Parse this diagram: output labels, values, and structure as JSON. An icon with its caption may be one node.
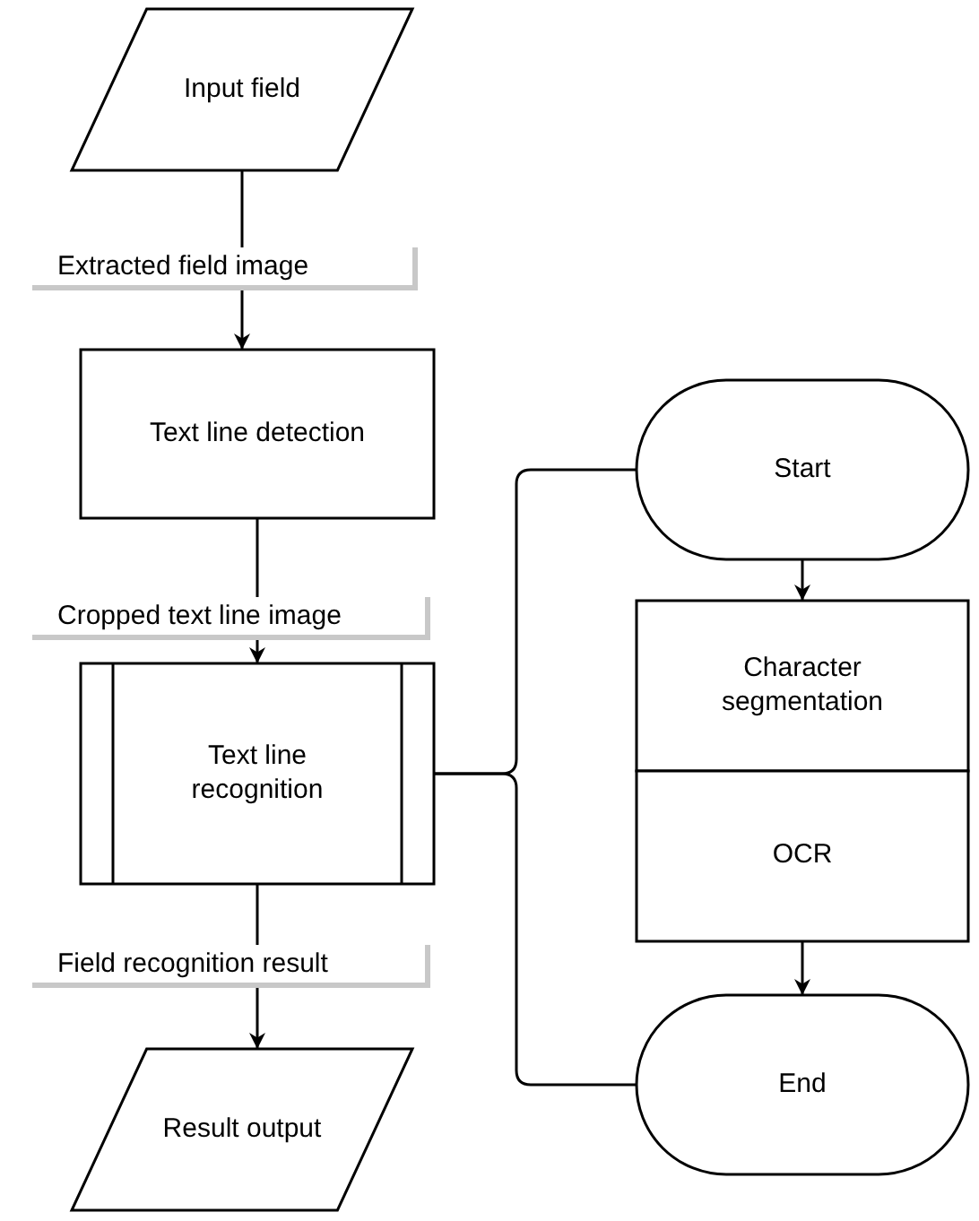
{
  "diagram": {
    "nodes": [
      {
        "text": [
          "Input field"
        ]
      },
      {
        "text": [
          "Text line detection"
        ]
      },
      {
        "text": [
          "Text line recognition"
        ]
      },
      {
        "text": [
          "Result output"
        ]
      },
      {
        "text": [
          "Start"
        ]
      },
      {
        "text": [
          "Character segmentation"
        ]
      },
      {
        "text": [
          "OCR"
        ]
      },
      {
        "text": [
          "End"
        ]
      }
    ],
    "edges": [
      {
        "from": 0,
        "to": 1,
        "arrow": "to",
        "label": "Extracted field image"
      },
      {
        "from": 1,
        "to": 2,
        "arrow": "to",
        "label": "Cropped text line image"
      },
      {
        "from": 2,
        "to": 3,
        "arrow": "to",
        "label": "Field recognition result"
      },
      {
        "from": 4,
        "to": 5,
        "arrow": "to"
      },
      {
        "from": 6,
        "to": 7,
        "arrow": "to"
      },
      {
        "from": 2,
        "to": 4,
        "arrow": "none"
      },
      {
        "from": 2,
        "to": 7,
        "arrow": "none"
      }
    ]
  }
}
